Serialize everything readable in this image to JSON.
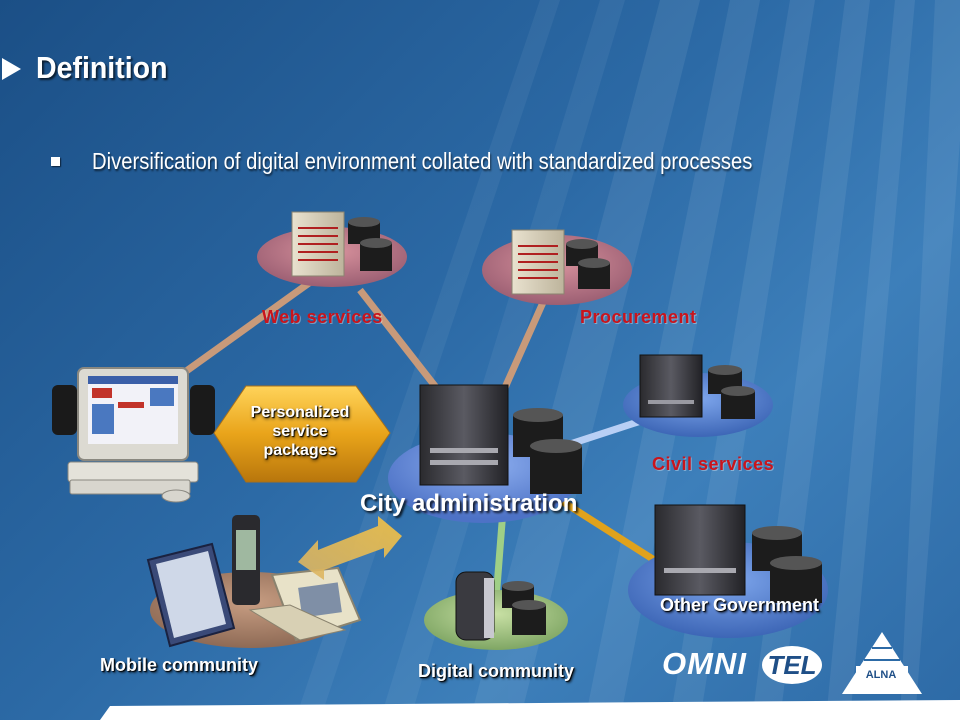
{
  "title": "Definition",
  "bullet": "Diversification of digital environment collated with standardized processes",
  "nodes": {
    "web_services": "Web services",
    "procurement": "Procurement",
    "civil_services": "Civil services",
    "city_administration": "City administration",
    "other_government": "Other Government",
    "digital_community": "Digital community",
    "mobile_community": "Mobile community"
  },
  "personalized_packages": "Personalized\nservice\npackages",
  "logos": {
    "omni": "OMNI",
    "tel": "TEL",
    "alna": "ALNA"
  },
  "colors": {
    "background": "#2c6aa6",
    "label_red": "#c9141c",
    "label_white": "#ffffff",
    "link_tan": "#c89a7a",
    "link_lightblue": "#b8cff5",
    "link_gold": "#e0a21c",
    "link_green": "#9fcf86",
    "platform_pink": "#c9818e",
    "platform_blue": "#4f7fd0",
    "arrow_gold": "#f0b420"
  }
}
